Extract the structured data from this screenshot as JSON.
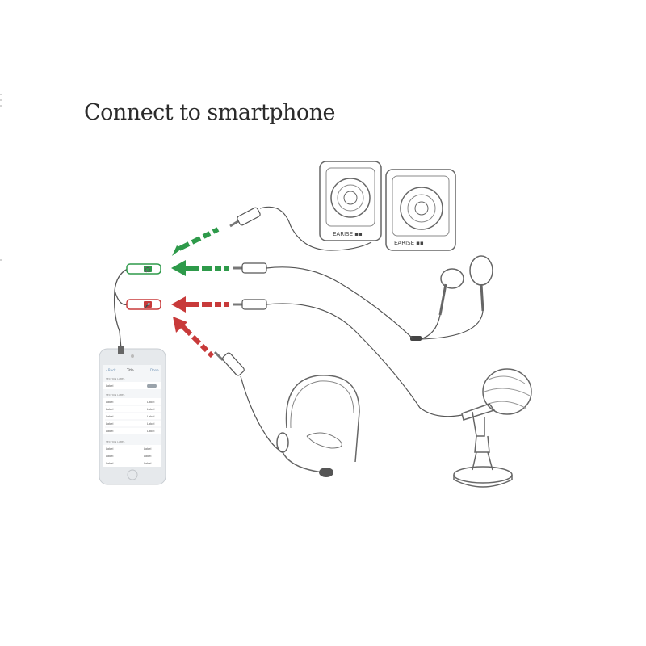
{
  "title": "Connect to smartphone",
  "speaker_brand_left": "EARISE ▪▪",
  "speaker_brand_right": "EARISE ▪▪",
  "splitter_green_label": "🎧",
  "splitter_red_label": "🎤",
  "phone_screen": {
    "nav_left": "‹ Back",
    "nav_title": "Title",
    "nav_right": "Done",
    "section1": "SECTION LABEL",
    "rows1": [
      {
        "left": "Label",
        "right": "toggle"
      }
    ],
    "section2": "SECTION LABEL",
    "rows2": [
      {
        "left": "Label",
        "right": "Label"
      },
      {
        "left": "Label",
        "right": "Label"
      },
      {
        "left": "Label",
        "right": "Label"
      },
      {
        "left": "Label",
        "right": "Label"
      },
      {
        "left": "Label",
        "right": "Label"
      }
    ],
    "section3": "SECTION LABEL",
    "rows3": [
      {
        "left": "Label",
        "right": "Label"
      },
      {
        "left": "Label",
        "right": "Label"
      },
      {
        "left": "Label",
        "right": "Label"
      }
    ]
  },
  "colors": {
    "green": "#2e9a4a",
    "red": "#c83a3a",
    "line": "#555555",
    "phone": "#e6e9ec"
  },
  "icons": [
    "speaker-icon",
    "earphone-icon",
    "microphone-icon",
    "headset-icon",
    "smartphone-icon",
    "splitter-icon"
  ]
}
